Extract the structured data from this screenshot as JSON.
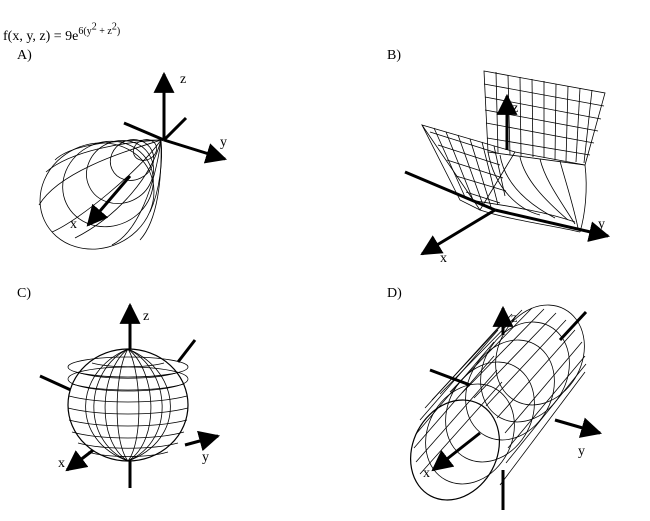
{
  "question": {
    "formula_prefix": "f(x, y, z) = 9e",
    "exp_prefix": "6(y",
    "exp_sup1": "2",
    "exp_mid": " + z",
    "exp_sup2": "2",
    "exp_suffix": ")"
  },
  "options": [
    {
      "label": "A)",
      "surface": "paraboloid along x-axis"
    },
    {
      "label": "B)",
      "surface": "parabolic cylinder"
    },
    {
      "label": "C)",
      "surface": "sphere"
    },
    {
      "label": "D)",
      "surface": "cylinder along x-axis"
    }
  ],
  "axes": {
    "x": "x",
    "y": "y",
    "z": "z"
  }
}
